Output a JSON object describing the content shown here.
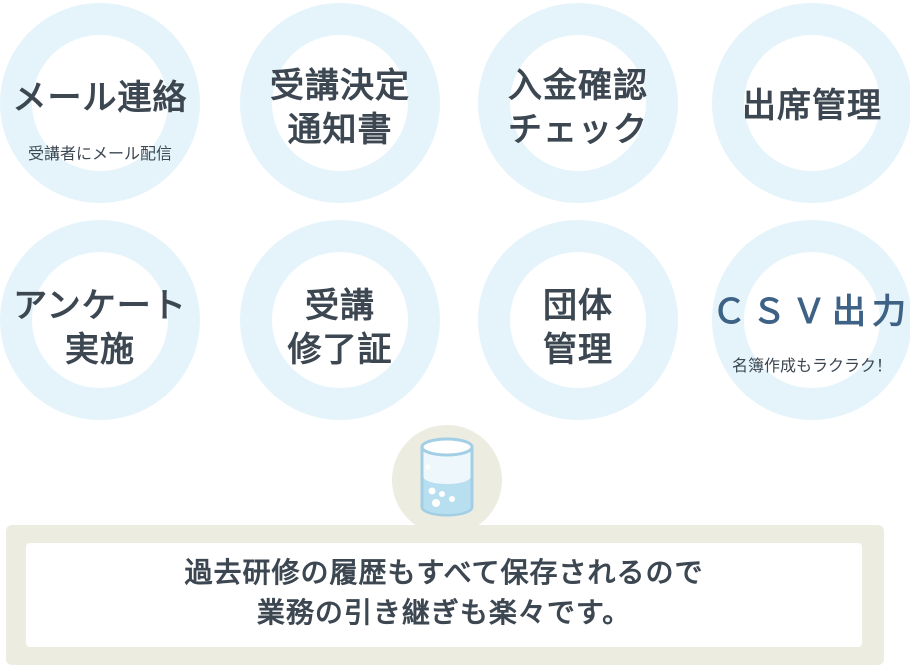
{
  "features": [
    {
      "lines": [
        "メール連絡"
      ],
      "sub": "受講者にメール配信"
    },
    {
      "lines": [
        "受講決定",
        "通知書"
      ]
    },
    {
      "lines": [
        "入金確認",
        "チェック"
      ]
    },
    {
      "lines": [
        "出席管理"
      ]
    },
    {
      "lines": [
        "アンケート",
        "実施"
      ]
    },
    {
      "lines": [
        "受講",
        "修了証"
      ]
    },
    {
      "lines": [
        "団体",
        "管理"
      ]
    },
    {
      "lines": [
        "ＣＳＶ出力"
      ],
      "sub": "名簿作成もラクラク！"
    }
  ],
  "summary": {
    "lines": [
      "過去研修の履歴もすべて保存されるので",
      "業務の引き継ぎも楽々です。"
    ]
  },
  "icons": {
    "storage": "database-icon"
  },
  "colors": {
    "ring": "#e4f4fa",
    "text": "#3c4752",
    "csv_text": "#3e6286",
    "panel": "#ecede0"
  }
}
